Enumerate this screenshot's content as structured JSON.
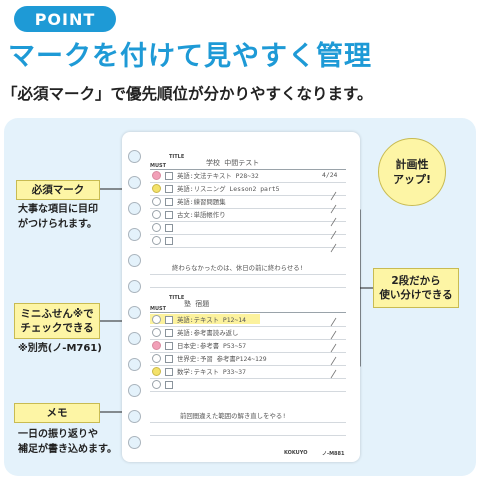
{
  "badge_point": "POINT",
  "headline": "マークを付けて見やすく管理",
  "subline": "「必須マーク」で優先順位が分かりやすくなります。",
  "callouts": {
    "must": {
      "label": "必須マーク",
      "desc_1": "大事な項目に目印",
      "desc_2": "がつけられます。"
    },
    "fusen": {
      "label_1": "ミニふせん※で",
      "label_2": "チェックできる",
      "note": "※別売(ノ-M761)"
    },
    "memo": {
      "label": "メモ",
      "desc_1": "一日の振り返りや",
      "desc_2": "補足が書き込めます。"
    },
    "split": {
      "label_1": "2段だから",
      "label_2": "使い分けできる"
    },
    "plan": {
      "label_1": "計画性",
      "label_2": "アップ!"
    }
  },
  "sheet": {
    "title_label": "TITLE",
    "must_label": "MUST",
    "brand": "KOKUYO",
    "code": "ノ-M881",
    "section1": {
      "title": "学校 中間テスト",
      "date": "4/24",
      "items": [
        "英語:文法テキスト P28~32",
        "英語:リスニング Lesson2 part5",
        "英語:練習問題集",
        "古文:単語帳作り",
        "",
        ""
      ],
      "memo": "終わらなかったのは、休日の前に終わらせる!"
    },
    "section2": {
      "title": "塾 宿題",
      "items": [
        "英語:テキスト P12~14",
        "英語:参考書読み返し",
        "日本史:参考書 P53~57",
        "世界史:予習 参考書P124~129",
        "数学:テキスト P33~37",
        ""
      ],
      "memo": "前回間違えた範囲の解き直しをやる!"
    }
  },
  "colors": {
    "accent": "#1e9ad6",
    "label_bg": "#fdf5a5",
    "panel_bg": "#e4f2fb",
    "must_pink": "#f2a0b8",
    "must_yellow": "#f4e26a",
    "highlight": "#fbf08c"
  }
}
